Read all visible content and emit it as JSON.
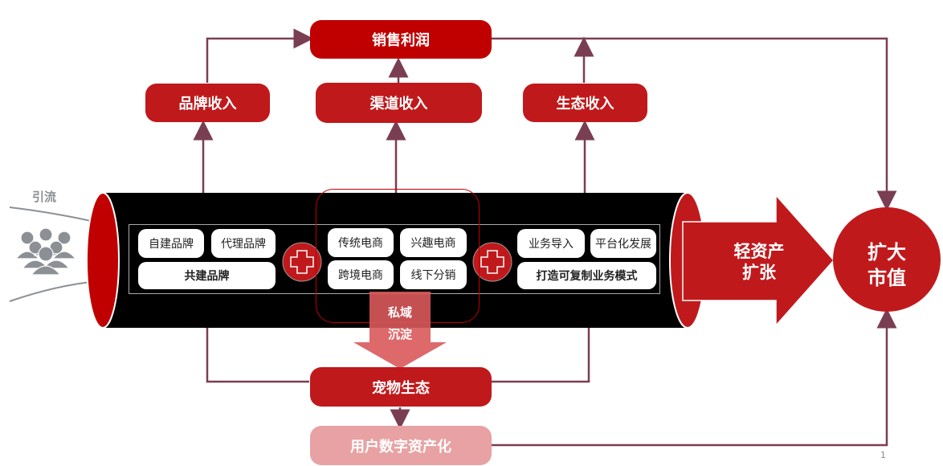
{
  "top": {
    "sales_profit": "销售利润"
  },
  "revenues": {
    "brand": "品牌收入",
    "channel": "渠道收入",
    "ecosystem": "生态收入"
  },
  "inflow_label": "引流",
  "brand_group": {
    "own": "自建品牌",
    "agent": "代理品牌",
    "co": "共建品牌"
  },
  "channel_group": {
    "traditional": "传统电商",
    "interest": "兴趣电商",
    "cross_border": "跨境电商",
    "offline": "线下分销"
  },
  "business_group": {
    "import": "业务导入",
    "platform": "平台化发展",
    "replicable": "打造可复制业务模式"
  },
  "private_domain": {
    "line1": "私域",
    "line2": "沉淀"
  },
  "pet_ecosystem": "宠物生态",
  "user_assets": "用户数字资产化",
  "expansion_arrow": {
    "line1": "轻资产",
    "line2": "扩张"
  },
  "market_value": {
    "line1": "扩大",
    "line2": "市值"
  },
  "page_number": "1",
  "colors": {
    "red": "#c0191c",
    "dark_red": "#c00000",
    "pink": "#e8a2a3",
    "connector": "#7a3e52",
    "tube": "#000000",
    "grey_icon": "#8c9095"
  }
}
